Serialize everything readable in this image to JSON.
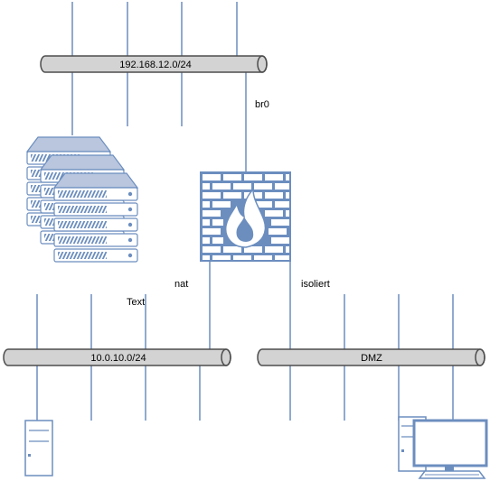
{
  "networks": {
    "top": {
      "label": "192.168.12.0/24"
    },
    "left": {
      "label": "10.0.10.0/24"
    },
    "right": {
      "label": "DMZ"
    }
  },
  "labels": {
    "br0": "br0",
    "nat": "nat",
    "isoliert": "isoliert",
    "text": "Text"
  },
  "colors": {
    "stroke": "#6C8EBF",
    "bar_fill": "#D3D3D3",
    "bar_stroke": "#4D4D4D",
    "device_fill": "#E6E6E6",
    "flame": "#FFFFFF"
  }
}
